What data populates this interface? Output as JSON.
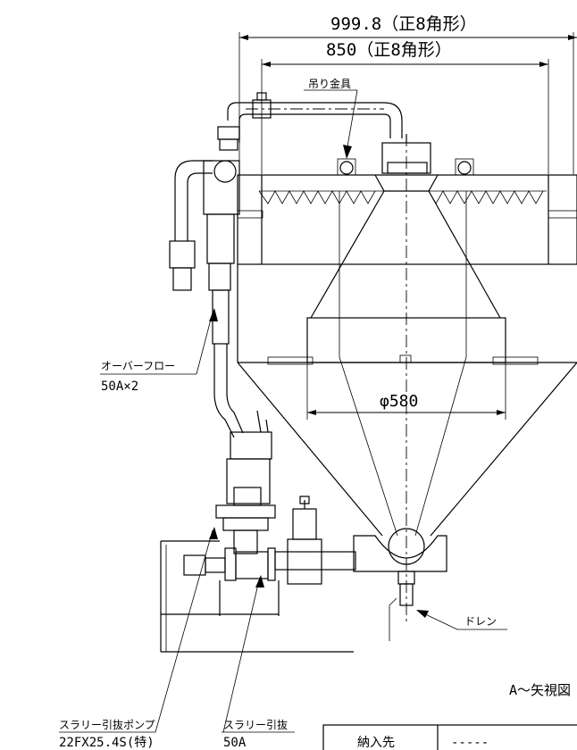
{
  "dimensions": {
    "outer_width": "999.8（正8角形）",
    "inner_width": "850（正8角形）",
    "cone_diameter": "φ580"
  },
  "labels": {
    "lifting_bracket": "吊り金具",
    "overflow_name": "オーバーフロー",
    "overflow_size": "50A×2",
    "drain": "ドレン",
    "view_label": "A～矢視図",
    "pump_name": "スラリー引抜ポンプ",
    "pump_model": "22FX25.4S(特)",
    "slurry_outlet_name": "スラリー引抜",
    "slurry_outlet_size": "50A"
  },
  "title_block": {
    "delivery_label": "納入先",
    "delivery_value": "-----"
  }
}
